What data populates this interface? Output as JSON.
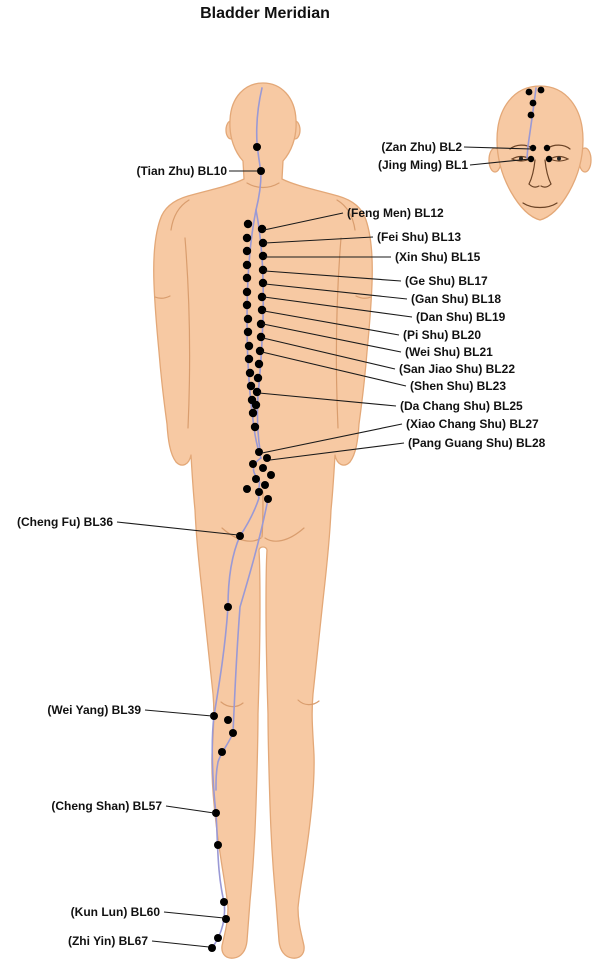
{
  "title": "Bladder Meridian",
  "colors": {
    "background": "#ffffff",
    "skin": "#f7c9a3",
    "outline": "#e3a878",
    "crease": "#d99d6e",
    "meridian": "#9a99d5",
    "dot": "#000000",
    "text": "#111111"
  },
  "labels": [
    {
      "id": "BL10",
      "text": "(Tian Zhu) BL10"
    },
    {
      "id": "BL2",
      "text": "(Zan Zhu) BL2"
    },
    {
      "id": "BL1",
      "text": "(Jing Ming) BL1"
    },
    {
      "id": "BL12",
      "text": "(Feng Men) BL12"
    },
    {
      "id": "BL13",
      "text": "(Fei Shu) BL13"
    },
    {
      "id": "BL15",
      "text": "(Xin Shu) BL15"
    },
    {
      "id": "BL17",
      "text": "(Ge Shu) BL17"
    },
    {
      "id": "BL18",
      "text": "(Gan Shu) BL18"
    },
    {
      "id": "BL19",
      "text": "(Dan Shu) BL19"
    },
    {
      "id": "BL20",
      "text": "(Pi Shu) BL20"
    },
    {
      "id": "BL21",
      "text": "(Wei Shu) BL21"
    },
    {
      "id": "BL22",
      "text": "(San Jiao Shu) BL22"
    },
    {
      "id": "BL23",
      "text": "(Shen Shu) BL23"
    },
    {
      "id": "BL25",
      "text": "(Da Chang Shu) BL25"
    },
    {
      "id": "BL27",
      "text": "(Xiao Chang Shu) BL27"
    },
    {
      "id": "BL28",
      "text": "(Pang Guang Shu) BL28"
    },
    {
      "id": "BL36",
      "text": "(Cheng Fu) BL36"
    },
    {
      "id": "BL39",
      "text": "(Wei Yang) BL39"
    },
    {
      "id": "BL57",
      "text": "(Cheng Shan) BL57"
    },
    {
      "id": "BL60",
      "text": "(Kun Lun) BL60"
    },
    {
      "id": "BL67",
      "text": "(Zhi Yin) BL67"
    }
  ]
}
